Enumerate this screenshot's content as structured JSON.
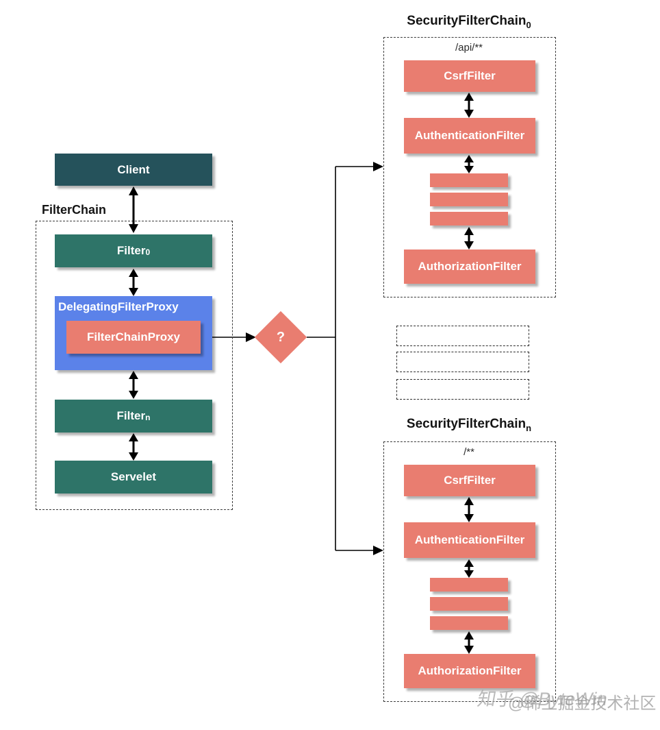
{
  "colors": {
    "client_box": "#25525b",
    "filter_box": "#2e7468",
    "delegating_box": "#5b82e9",
    "salmon_box": "#e97d70",
    "line": "#000000",
    "watermark": "#a8a8a8"
  },
  "left": {
    "client_label": "Client",
    "filterchain_label": "FilterChain",
    "filter0": {
      "base": "Filter",
      "sub": "0"
    },
    "delegating_label": "DelegatingFilterProxy",
    "filterchainproxy_label": "FilterChainProxy",
    "filtern": {
      "base": "Filter",
      "sub": "n"
    },
    "servelet_label": "Servelet"
  },
  "decision": {
    "label": "?"
  },
  "chains": [
    {
      "title_base": "SecurityFilterChain",
      "title_sub": "0",
      "pattern": "/api/**",
      "filters": [
        "CsrfFilter",
        "AuthenticationFilter",
        "AuthorizationFilter"
      ]
    },
    {
      "title_base": "SecurityFilterChain",
      "title_sub": "n",
      "pattern": "/**",
      "filters": [
        "CsrfFilter",
        "AuthenticationFilter",
        "AuthorizationFilter"
      ]
    }
  ],
  "watermark": {
    "line1": "知乎 @ByteWin",
    "line2": "@稀土掘金技术社区"
  }
}
